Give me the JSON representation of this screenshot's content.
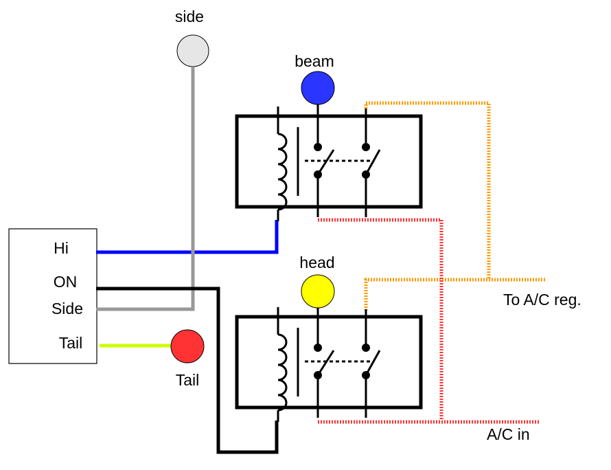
{
  "labels": {
    "side_lamp": "side",
    "beam_lamp": "beam",
    "head_lamp": "head",
    "tail_lamp": "Tail",
    "switch_hi": "Hi",
    "switch_on": "ON",
    "switch_side": "Side",
    "switch_tail": "Tail",
    "to_ac_reg": "To A/C reg.",
    "ac_in": "A/C in"
  },
  "colors": {
    "side": "#e6e6e6",
    "beam": "#2a35ff",
    "head": "#ffff00",
    "tail": "#ff3333",
    "hi_wire": "#0000ff",
    "on_wire": "#000000",
    "side_wire": "#999999",
    "tail_wire": "#ccff00",
    "reg_wire": "#ff9900",
    "ac_in_wire": "#ff3333"
  },
  "icons": {
    "relay_top": "relay-icon",
    "relay_bottom": "relay-icon",
    "switch": "switch-box"
  }
}
